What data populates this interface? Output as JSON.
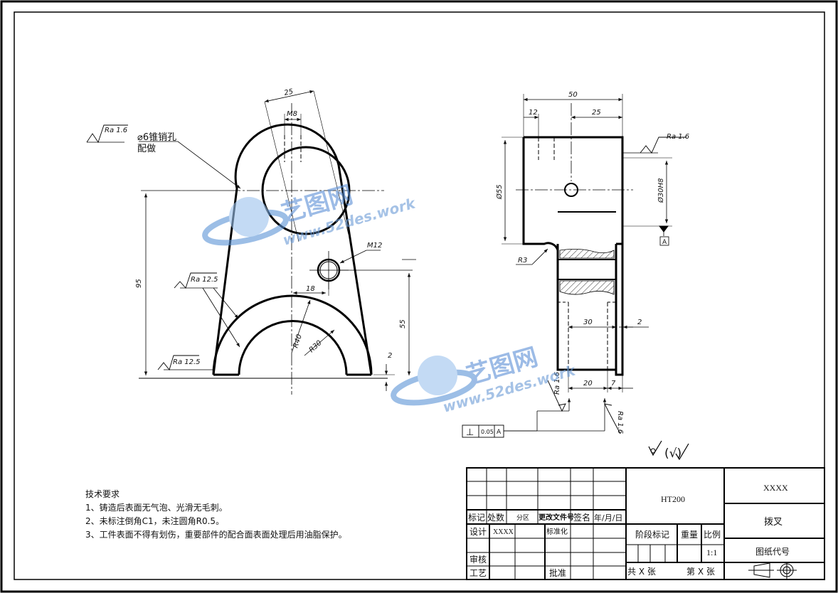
{
  "drawing": {
    "left_view": {
      "dims": {
        "d25": "25",
        "m8": "M8",
        "m12": "M12",
        "d18": "18",
        "d95": "95",
        "d55": "55",
        "r40": "R40",
        "r30": "R30",
        "d2": "2"
      },
      "note_pin_1": "⌀6锥销孔",
      "note_pin_2": "配做",
      "roughness": {
        "top": "Ra 1.6",
        "mid": "Ra 12.5",
        "bottom": "Ra 12.5"
      }
    },
    "right_view": {
      "dims": {
        "d50": "50",
        "d12": "12",
        "d25": "25",
        "d55": "Ø55",
        "d30h8": "Ø30H8",
        "r3": "R3",
        "d30": "30",
        "d2": "2",
        "d20": "20",
        "d7": "7"
      },
      "roughness": {
        "top": "Ra 1.6",
        "bottom_left": "Ra 1.6",
        "bottom_right": "Ra 1.6"
      },
      "datum": "A",
      "tolerance": {
        "symbol": "⊥",
        "value": "0.05",
        "datum": "A"
      }
    },
    "general_roughness": "(√)"
  },
  "technical_requirements": {
    "title": "技术要求",
    "items": [
      "1、铸造后表面无气泡、光滑无毛刺。",
      "2、未标注倒角C1，未注圆角R0.5。",
      "3、工件表面不得有划伤，重要部件的配合面表面处理后用油脂保护。"
    ]
  },
  "title_block": {
    "material": "HT200",
    "company": "XXXX",
    "part_name": "拨叉",
    "drawing_code_label": "图纸代号",
    "rev_headers": {
      "mark": "标记",
      "count": "处数",
      "zone": "分区",
      "doc": "更改文件号",
      "sign": "签名",
      "date": "年/月/日"
    },
    "design_label": "设计",
    "designer": "XXXX",
    "standard_label": "标准化",
    "review_label": "审核",
    "process_label": "工艺",
    "approve_label": "批准",
    "stage_label": "阶段标记",
    "weight_label": "重量",
    "scale_label": "比例",
    "scale": "1:1",
    "sheets_total": "共 X 张",
    "sheet_no": "第 X 张"
  },
  "watermark": {
    "brand": "艺图网",
    "url": "www.52des.work"
  }
}
